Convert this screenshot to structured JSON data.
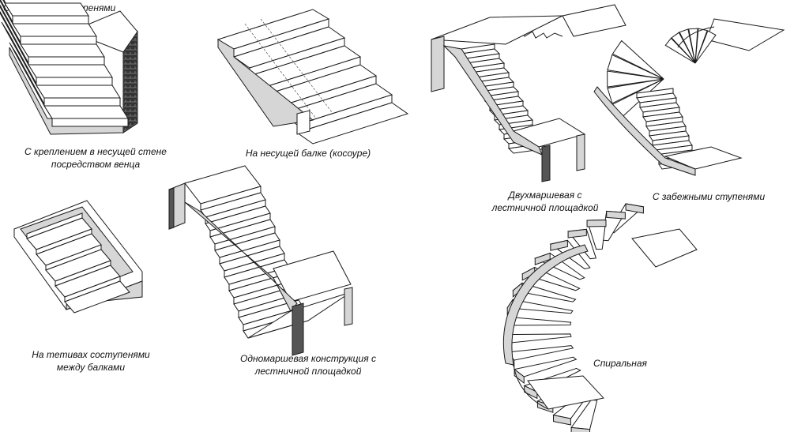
{
  "labels": {
    "top_left_title": "С забежными ступенями",
    "wall_mounted": [
      "С креплением в несущей стене",
      "посредством венца"
    ],
    "on_beam": "На несущей балке (косоуре)",
    "on_stringers": [
      "На тетивах соступенями",
      "между балками"
    ],
    "single_flight": [
      "Одномаршевая конструкция с",
      "лестничной площадкой"
    ],
    "two_flight": [
      "Двухмаршевая с",
      "лестничной площадкой"
    ],
    "winder_steps": "С забежными ступенями",
    "spiral": "Спиральная"
  },
  "colors": {
    "line": "#1a1a1a",
    "shade": "#d6d6d6",
    "dark": "#555555"
  }
}
